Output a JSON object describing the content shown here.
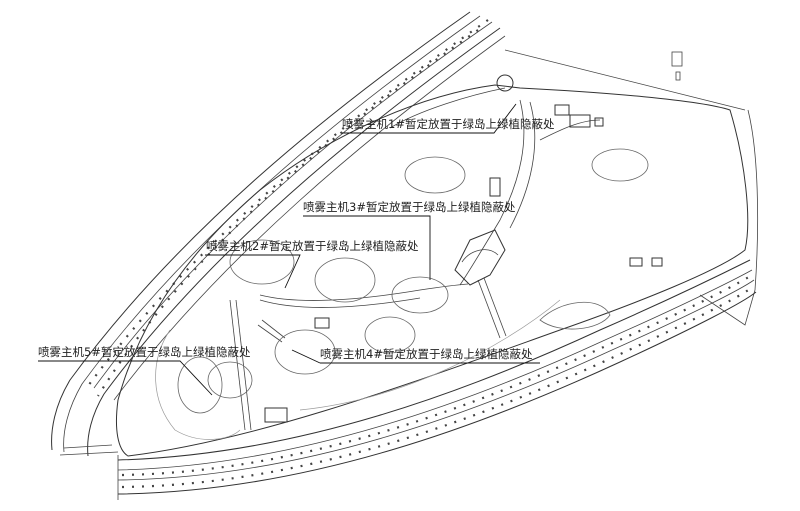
{
  "annotations": [
    {
      "id": "host-1",
      "text": "喷雾主机1#暂定放置于绿岛上绿植隐蔽处"
    },
    {
      "id": "host-2",
      "text": "喷雾主机2#暂定放置于绿岛上绿植隐蔽处"
    },
    {
      "id": "host-3",
      "text": "喷雾主机3#暂定放置于绿岛上绿植隐蔽处"
    },
    {
      "id": "host-4",
      "text": "喷雾主机4#暂定放置于绿岛上绿植隐蔽处"
    },
    {
      "id": "host-5",
      "text": "喷雾主机5#暂定放置于绿岛上绿植隐蔽处"
    }
  ]
}
